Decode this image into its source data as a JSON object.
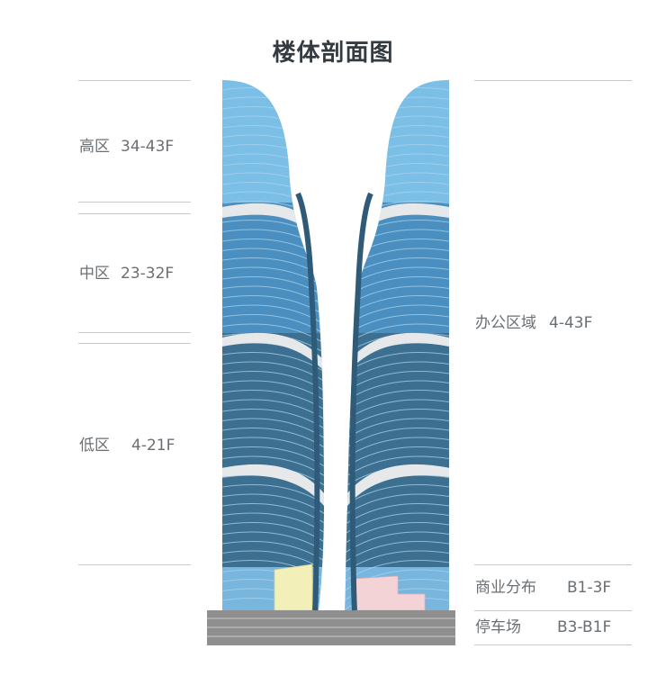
{
  "title": "楼体剖面图",
  "zones_left": [
    {
      "name": "高区",
      "range": "34-43F"
    },
    {
      "name": "中区",
      "range": "23-32F"
    },
    {
      "name": "低区",
      "range": "4-21F"
    }
  ],
  "zones_right": [
    {
      "name": "办公区域",
      "range": "4-43F"
    },
    {
      "name": "商业分布",
      "range": "B1-3F"
    },
    {
      "name": "停车场",
      "range": "B3-B1F"
    }
  ],
  "colors": {
    "high": "#7cbfe6",
    "mid": "#4a8fc0",
    "low": "#3d6f91",
    "podium": "#79b6dd",
    "spine": "#2f5b78",
    "refuge": "#e6e8ea",
    "commercial_left": "#f3efb9",
    "commercial_right": "#f4d3d6",
    "basement": "#8f8f8f",
    "text": "#6a6f74",
    "title": "#333a40"
  }
}
